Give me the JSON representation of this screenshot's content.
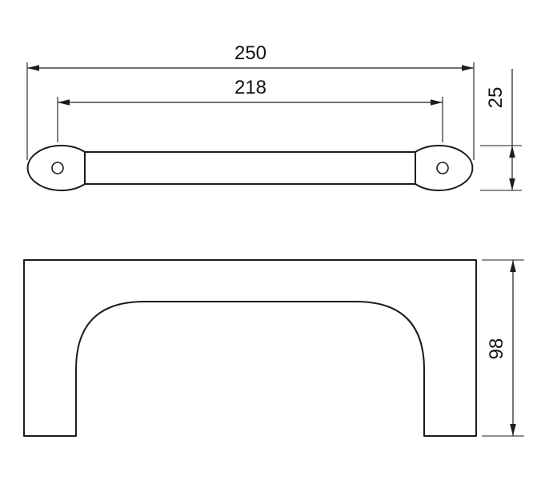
{
  "drawing": {
    "type": "technical-dimension-drawing",
    "subject": "handle-two-views",
    "colors": {
      "line": "#1c1c1c",
      "background": "#ffffff",
      "text": "#111111"
    },
    "dimensions": {
      "overall_length": "250",
      "hole_centers": "218",
      "profile_depth": "25",
      "height": "98"
    }
  }
}
